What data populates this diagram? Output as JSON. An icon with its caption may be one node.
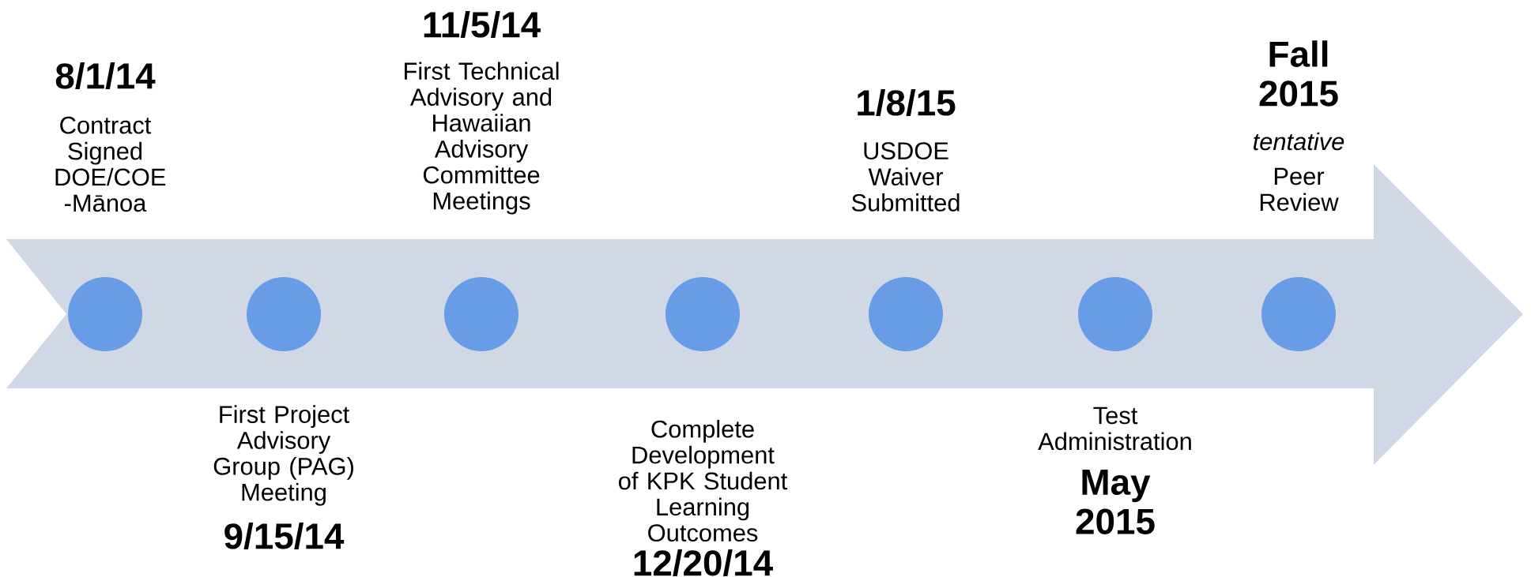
{
  "diagram": {
    "nodes": [
      {
        "text": [],
        "shape": "circle",
        "beside": [
          "8/1/14",
          "Contract Signed DOE/COE -Mānoa"
        ]
      },
      {
        "text": [],
        "shape": "circle",
        "beside": [
          "First Project Advisory Group (PAG) Meeting",
          "9/15/14"
        ]
      },
      {
        "text": [],
        "shape": "circle",
        "beside": [
          "11/5/14",
          "First Technical Advisory and Hawaiian Advisory Committee Meetings"
        ]
      },
      {
        "text": [],
        "shape": "circle",
        "beside": [
          "Complete Development of KPK Student Learning Outcomes",
          "12/20/14"
        ]
      },
      {
        "text": [],
        "shape": "circle",
        "beside": [
          "1/8/15",
          "USDOE Waiver Submitted"
        ]
      },
      {
        "text": [],
        "shape": "circle",
        "beside": [
          "Test Administration",
          "May 2015"
        ]
      },
      {
        "text": [],
        "shape": "circle",
        "beside": [
          "Fall 2015",
          "tentative",
          "Peer Review"
        ]
      }
    ]
  }
}
